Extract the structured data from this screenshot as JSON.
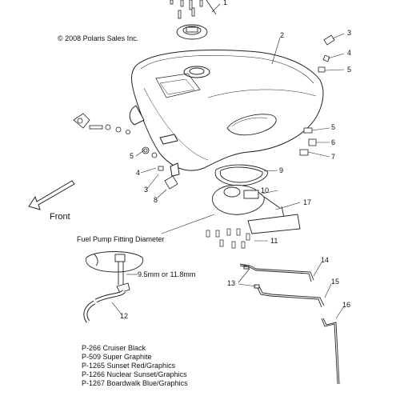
{
  "copyright": "© 2008 Polaris Sales Inc.",
  "front_label": "Front",
  "fuel_pump_label": "Fuel Pump Fitting Diameter",
  "diameter_label": "9.5mm or 11.8mm",
  "callouts": [
    "1",
    "2",
    "3",
    "4",
    "5",
    "5",
    "6",
    "7",
    "5",
    "4",
    "3",
    "8",
    "9",
    "10",
    "17",
    "11",
    "14",
    "15",
    "16",
    "13",
    "12"
  ],
  "legend": [
    "P-266  Cruiser Black",
    "P-509  Super Graphite",
    "P-1265 Sunset Red/Graphics",
    "P-1266 Nuclear Sunset/Graphics",
    "P-1267 Boardwalk Blue/Graphics"
  ]
}
